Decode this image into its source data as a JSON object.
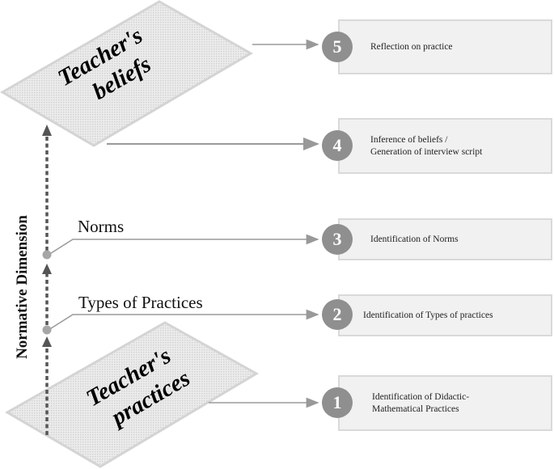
{
  "diagram": {
    "planes": {
      "top": {
        "line1": "Teacher's",
        "line2": "beliefs"
      },
      "bottom": {
        "line1": "Teacher's",
        "line2": "practices"
      }
    },
    "axis_label": "Normative Dimension",
    "levels": {
      "norms": "Norms",
      "types": "Types of Practices"
    },
    "steps": [
      {
        "number": "1",
        "text": "Identification of Didactic-\nMathematical Practices",
        "line1": "Identification of Didactic-",
        "line2": "Mathematical Practices"
      },
      {
        "number": "2",
        "text": "Identification of Types of practices"
      },
      {
        "number": "3",
        "text": "Identification of Norms"
      },
      {
        "number": "4",
        "text": "Inference of beliefs / Generation of interview script",
        "line1": "Inference of beliefs /",
        "line2": "Generation of interview script"
      },
      {
        "number": "5",
        "text": "Reflection on practice"
      }
    ],
    "colors": {
      "plane_fill": "#e6e6e6",
      "plane_border": "#d4d4d4",
      "badge": "#8f8f8f",
      "box_fill": "#f1f1f1",
      "box_border": "#d9d9d9",
      "connector": "#9a9a9a",
      "axis_arrow": "#555555"
    }
  }
}
